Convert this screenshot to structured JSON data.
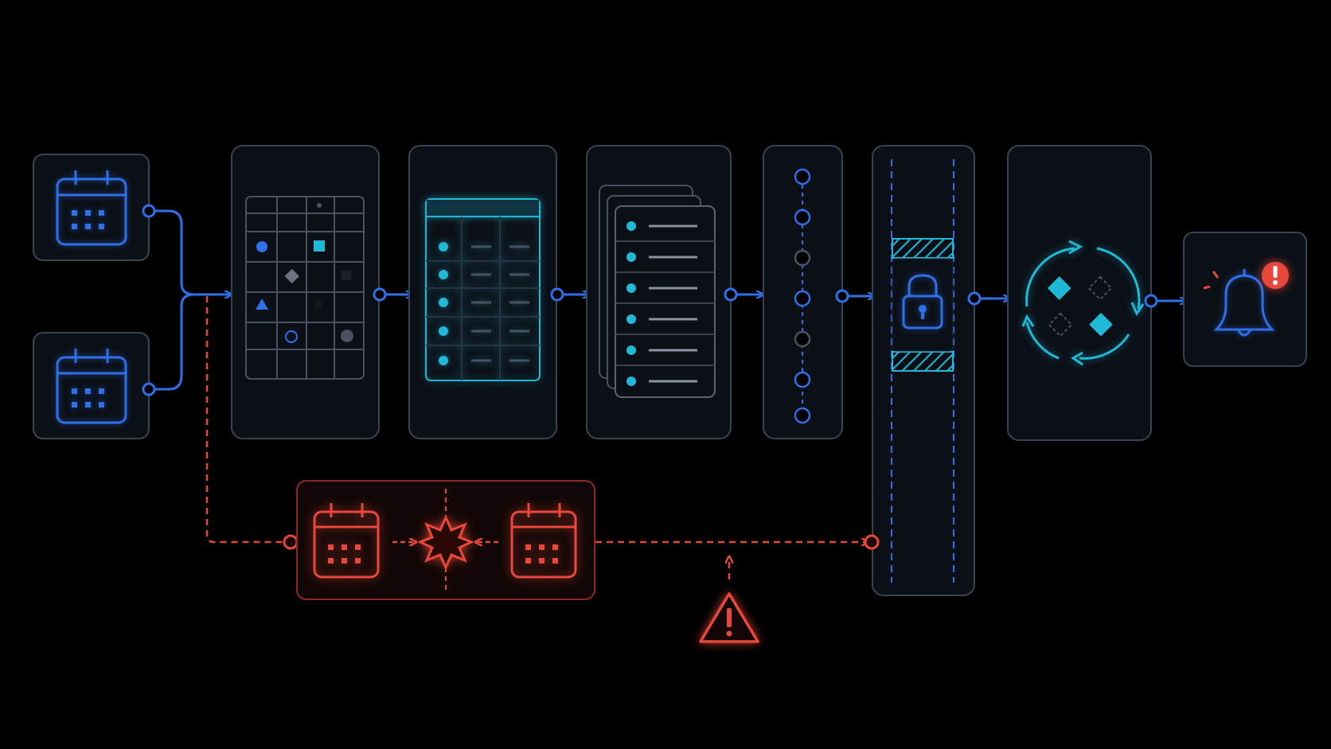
{
  "diagram": {
    "theme": "dark",
    "colors": {
      "background": "#000000",
      "panel_fill": "#0b0f16",
      "panel_stroke": "#3b4350",
      "primary_flow": "#2f6fe8",
      "accent": "#1fb8d6",
      "error": "#e8483b",
      "muted": "#4a5260"
    },
    "stages": [
      {
        "id": "source-calendars",
        "icon": "calendar-icon",
        "count": 2
      },
      {
        "id": "merge-grid",
        "icon": "grid-table-icon"
      },
      {
        "id": "normalized-table",
        "icon": "table-icon"
      },
      {
        "id": "record-stack",
        "icon": "stacked-list-icon"
      },
      {
        "id": "timeline",
        "icon": "timeline-nodes-icon"
      },
      {
        "id": "lock-gate",
        "icon": "lock-icon"
      },
      {
        "id": "sync-cycle",
        "icon": "sync-cycle-icon"
      },
      {
        "id": "notification",
        "icon": "bell-alert-icon"
      }
    ],
    "conflict_branch": {
      "icon_left": "calendar-icon",
      "icon_center": "collision-burst-icon",
      "icon_right": "calendar-icon",
      "warning": "warning-triangle-icon"
    }
  }
}
